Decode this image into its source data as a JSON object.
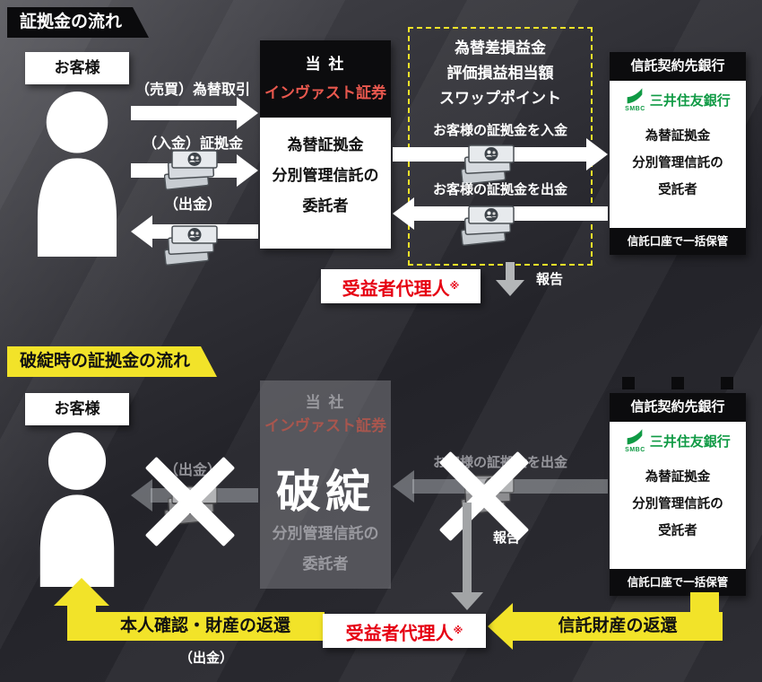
{
  "colors": {
    "yellow": "#f2e329",
    "brand_red": "#e8584e",
    "agent_red": "#e60012",
    "bank_green": "#0f9a44"
  },
  "top": {
    "badge": "証拠金の流れ",
    "customer": "お客様",
    "company_name1": "当 社",
    "company_name2": "インヴァスト証券",
    "company_role1": "為替証拠金",
    "company_role2": "分別管理信託の",
    "company_role3": "委託者",
    "dashed_line1": "為替差損益金",
    "dashed_line2": "評価損益相当額",
    "dashed_line3": "スワップポイント",
    "bank_header": "信託契約先銀行",
    "bank_logo": "SMBC",
    "bank_name": "三井住友銀行",
    "bank_role1": "為替証拠金",
    "bank_role2": "分別管理信託の",
    "bank_role3": "受託者",
    "bank_footer": "信託口座で一括保管",
    "arrow_trade": "（売買）為替取引",
    "arrow_deposit": "（入金）証拠金",
    "arrow_withdraw": "（出金）",
    "arrow_bank_in": "お客様の証拠金を入金",
    "arrow_bank_out": "お客様の証拠金を出金",
    "report": "報告",
    "agent": "受益者代理人",
    "agent_note": "※"
  },
  "bottom": {
    "badge": "破綻時の証拠金の流れ",
    "customer": "お客様",
    "company_name1": "当 社",
    "company_name2": "インヴァスト証券",
    "bankruptcy": "破綻",
    "company_role2": "分別管理信託の",
    "company_role3": "委託者",
    "bank_header": "信託契約先銀行",
    "bank_logo": "SMBC",
    "bank_name": "三井住友銀行",
    "bank_role1": "為替証拠金",
    "bank_role2": "分別管理信託の",
    "bank_role3": "受託者",
    "bank_footer": "信託口座で一括保管",
    "arrow_withdraw": "（出金）",
    "arrow_bank_out": "お客様の証拠金を出金",
    "report": "報告",
    "agent": "受益者代理人",
    "agent_note": "※",
    "return_identity": "本人確認・財産の返還",
    "return_identity_sub": "（出金）",
    "return_trust": "信託財産の返還"
  }
}
